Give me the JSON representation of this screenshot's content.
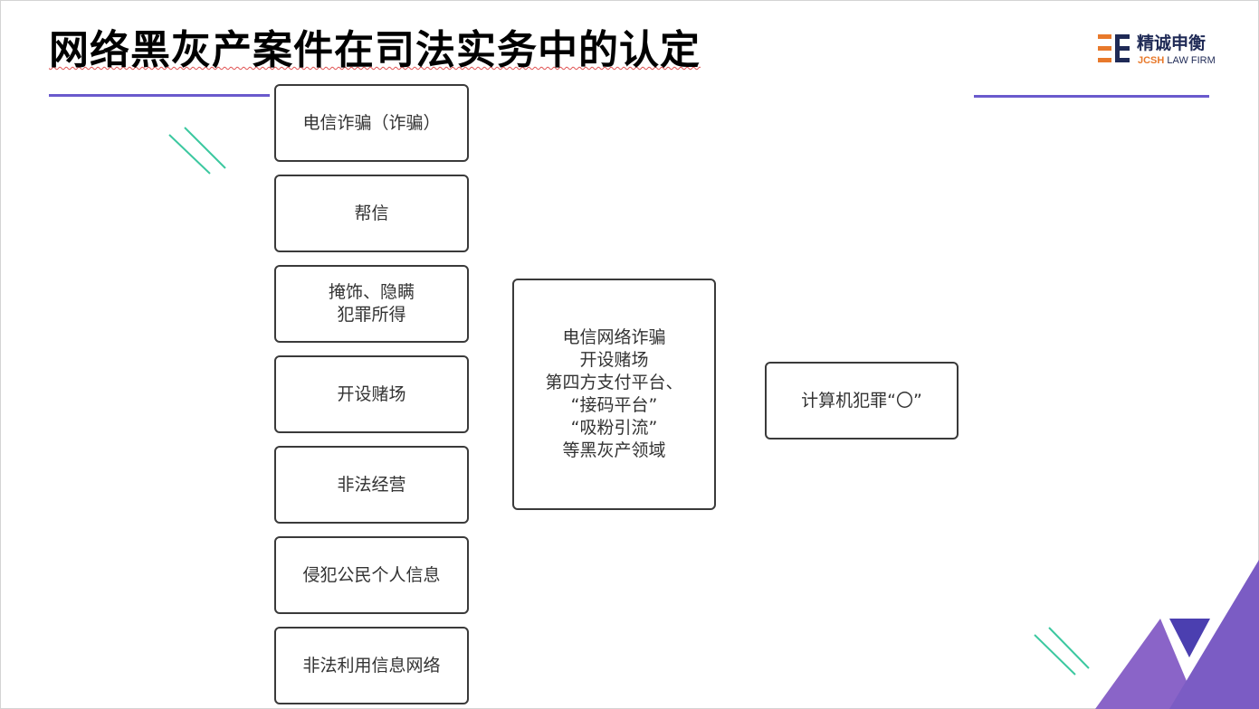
{
  "header": {
    "title": "网络黑灰产案件在司法实务中的认定"
  },
  "logo": {
    "name_cn": "精诚申衡",
    "name_en_brand": "JCSH",
    "name_en_rest": " LAW FIRM",
    "colors": {
      "orange": "#e8792b",
      "navy": "#1f2a56"
    }
  },
  "diagram": {
    "left_items": [
      "电信诈骗（诈骗）",
      "帮信",
      "掩饰、隐瞒\n犯罪所得",
      "开设赌场",
      "非法经营",
      "侵犯公民个人信息",
      "非法利用信息网络"
    ],
    "center_item": "电信网络诈骗\n开设赌场\n第四方支付平台、\n“接码平台”\n“吸粉引流”\n等黑灰产领域",
    "right_item": "计算机犯罪“〇”"
  },
  "theme": {
    "accent": "#6a5acd",
    "purple": "#7b5cc4",
    "teal": "#3cc8a0"
  }
}
